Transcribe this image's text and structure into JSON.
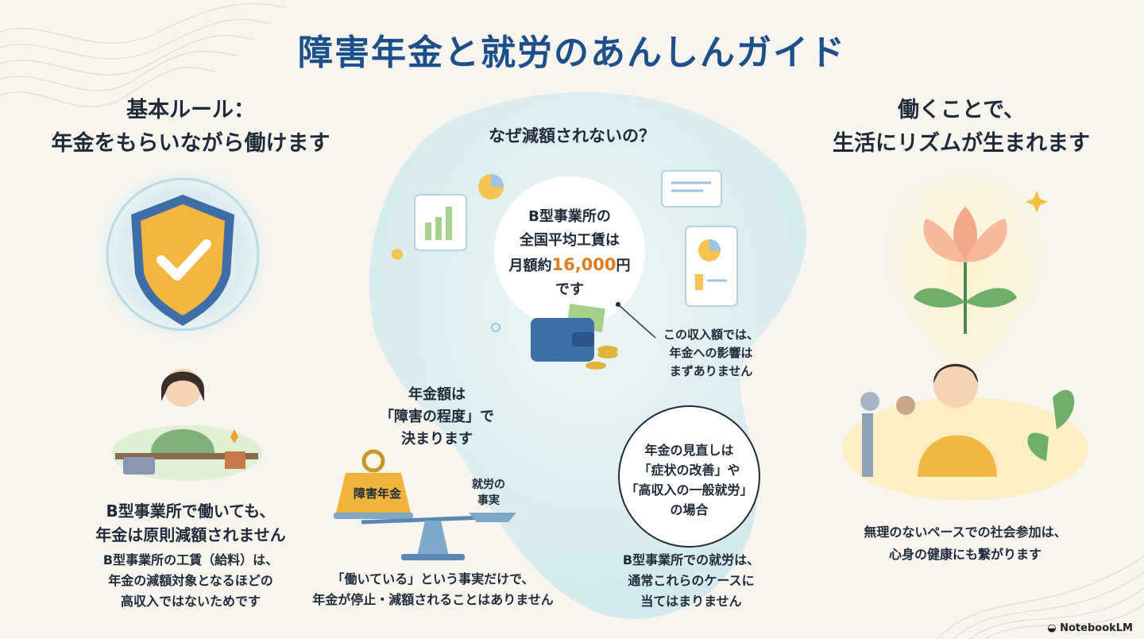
{
  "title": "障害年金と就労のあんしんガイド",
  "left": {
    "heading_1": "基本ルール：",
    "heading_2": "年金をもらいながら働けます",
    "sub_1": "B型事業所で働いても、",
    "sub_2": "年金は原則減額されません",
    "desc_1": "B型事業所の工賃（給料）は、",
    "desc_2": "年金の減額対象となるほどの",
    "desc_3": "高収入ではないためです"
  },
  "center": {
    "heading": "なぜ減額されないの？",
    "bubble_1": "B型事業所の",
    "bubble_2": "全国平均工賃は",
    "bubble_3a": "月額約",
    "bubble_3b": "16,000",
    "bubble_3c": "円",
    "bubble_4": "です",
    "note_1": "この収入額では、",
    "note_2": "年金への影響は",
    "note_3": "まずありません",
    "scale_title_1": "年金額は",
    "scale_title_2": "「障害の程度」で",
    "scale_title_3": "決まります",
    "weight_label": "障害年金",
    "light_label_1": "就労の",
    "light_label_2": "事実",
    "scale_caption_1": "「働いている」という事実だけで、",
    "scale_caption_2": "年金が停止・減額されることはありません",
    "review_1": "年金の見直しは",
    "review_2": "「症状の改善」や",
    "review_3": "「高収入の一般就労」",
    "review_4": "の場合",
    "review_note_1": "B型事業所での就労は、",
    "review_note_2": "通常これらのケースに",
    "review_note_3": "当てはまりません"
  },
  "right": {
    "heading_1": "働くことで、",
    "heading_2": "生活にリズムが生まれます",
    "desc_1": "無理のないペースでの社会参加は、",
    "desc_2": "心身の健康にも繋がります"
  },
  "logo": "NotebookLM",
  "colors": {
    "title": "#1d4f8a",
    "highlight": "#e07b22",
    "shield": "#f4b63f",
    "shield_border": "#3e6da8"
  }
}
